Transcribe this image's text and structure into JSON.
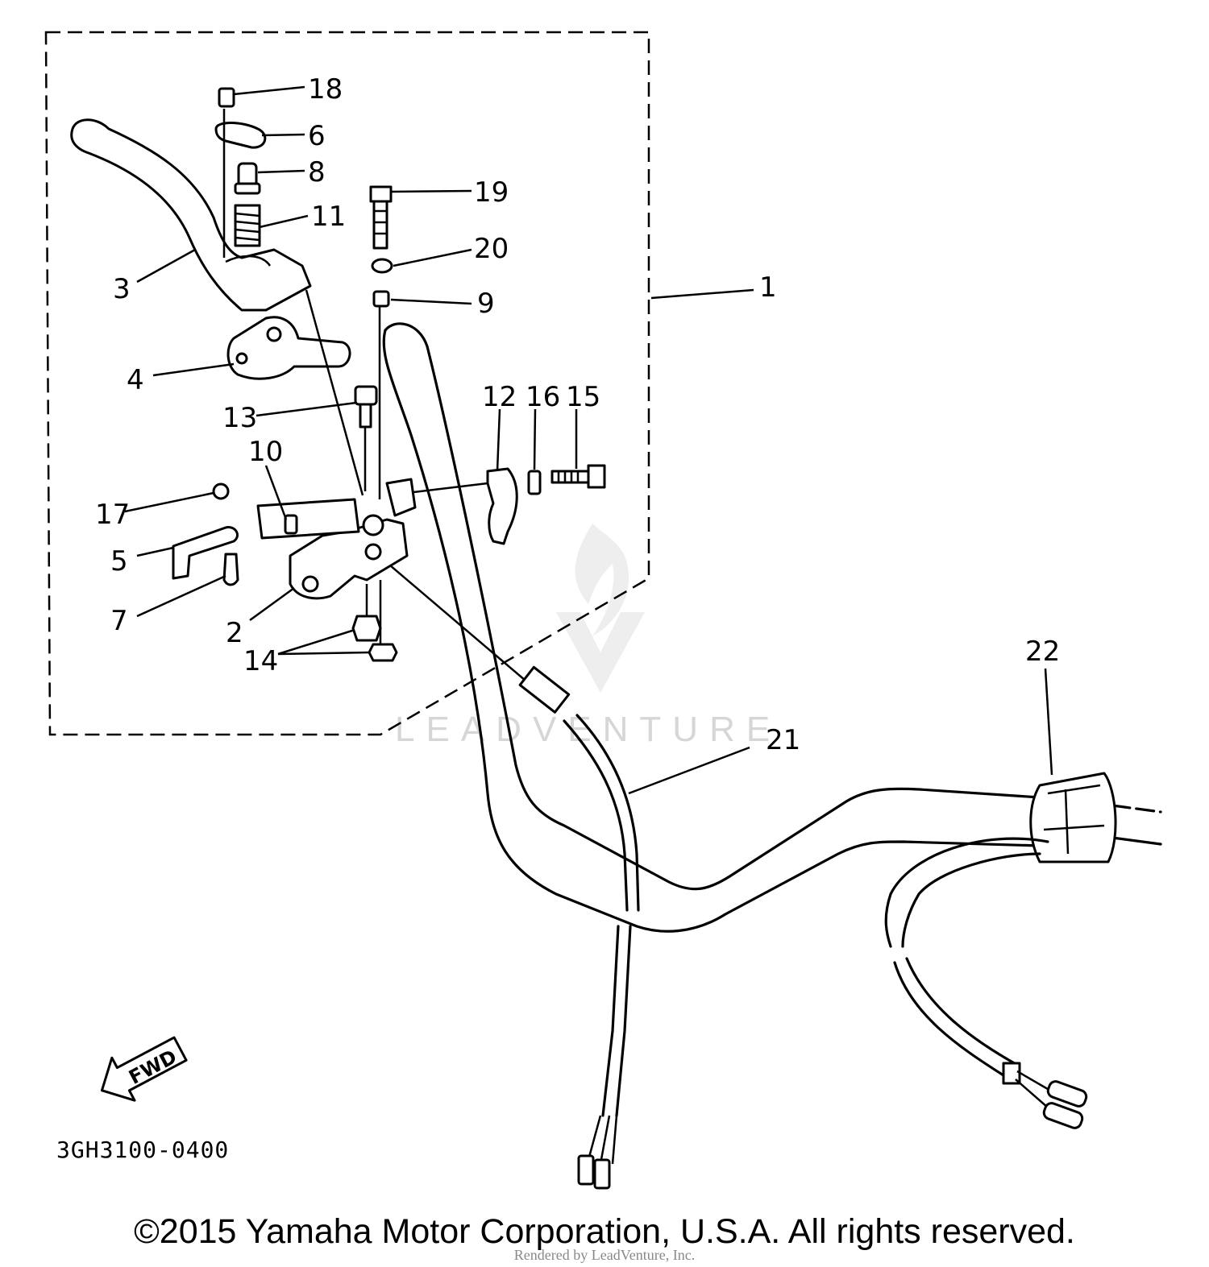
{
  "labels": {
    "n1": "1",
    "n2": "2",
    "n3": "3",
    "n4": "4",
    "n5": "5",
    "n6": "6",
    "n7": "7",
    "n8": "8",
    "n9": "9",
    "n10": "10",
    "n11": "11",
    "n12": "12",
    "n13": "13",
    "n14": "14",
    "n15": "15",
    "n16": "16",
    "n17": "17",
    "n18": "18",
    "n19": "19",
    "n20": "20",
    "n21": "21",
    "n22": "22"
  },
  "fwd": "FWD",
  "diagram_code": "3GH3100-0400",
  "watermark": "LEADVENTURE",
  "copyright": "©2015 Yamaha Motor Corporation, U.S.A. All rights reserved.",
  "rendered_by": "Rendered by LeadVenture, Inc."
}
